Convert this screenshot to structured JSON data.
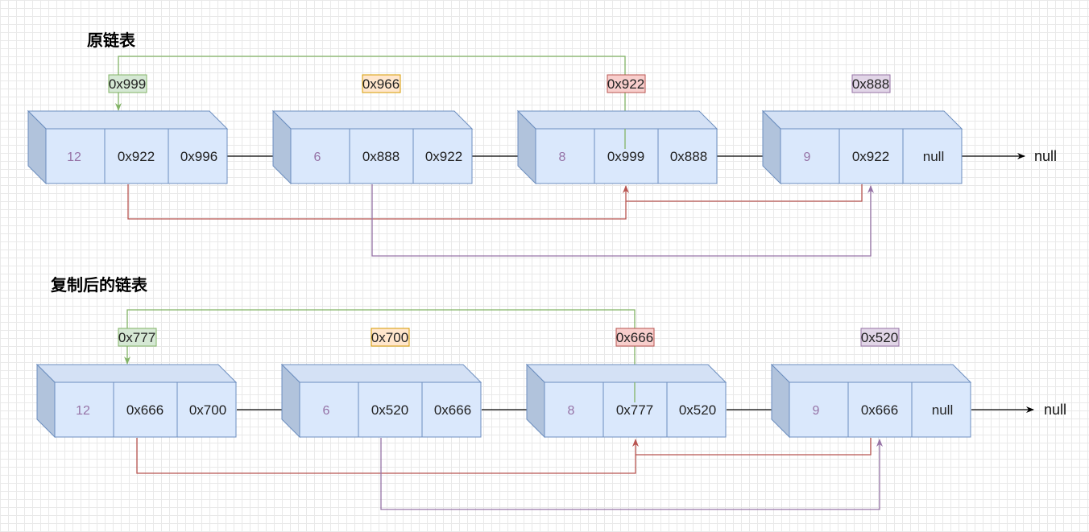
{
  "colors": {
    "green": "#82b366",
    "green_fill": "#d5e8d4",
    "orange": "#d79b00",
    "orange_fill": "#ffe6cc",
    "red": "#b85450",
    "red_fill": "#f8cecc",
    "purple": "#9673a6",
    "purple_fill": "#e1d5e7",
    "node_fill": "#dae8fc",
    "node_stroke": "#6c8ebf"
  },
  "sections": [
    {
      "title": "原链表",
      "nodes": [
        {
          "address": "0x999",
          "value": "12",
          "random": "0x922",
          "next": "0x996"
        },
        {
          "address": "0x966",
          "value": "6",
          "random": "0x888",
          "next": "0x922"
        },
        {
          "address": "0x922",
          "value": "8",
          "random": "0x999",
          "next": "0x888"
        },
        {
          "address": "0x888",
          "value": "9",
          "random": "0x922",
          "next": "null"
        }
      ],
      "tail": "null"
    },
    {
      "title": "复制后的链表",
      "nodes": [
        {
          "address": "0x777",
          "value": "12",
          "random": "0x666",
          "next": "0x700"
        },
        {
          "address": "0x700",
          "value": "6",
          "random": "0x520",
          "next": "0x666"
        },
        {
          "address": "0x666",
          "value": "8",
          "random": "0x777",
          "next": "0x520"
        },
        {
          "address": "0x520",
          "value": "9",
          "random": "0x666",
          "next": "null"
        }
      ],
      "tail": "null"
    }
  ]
}
